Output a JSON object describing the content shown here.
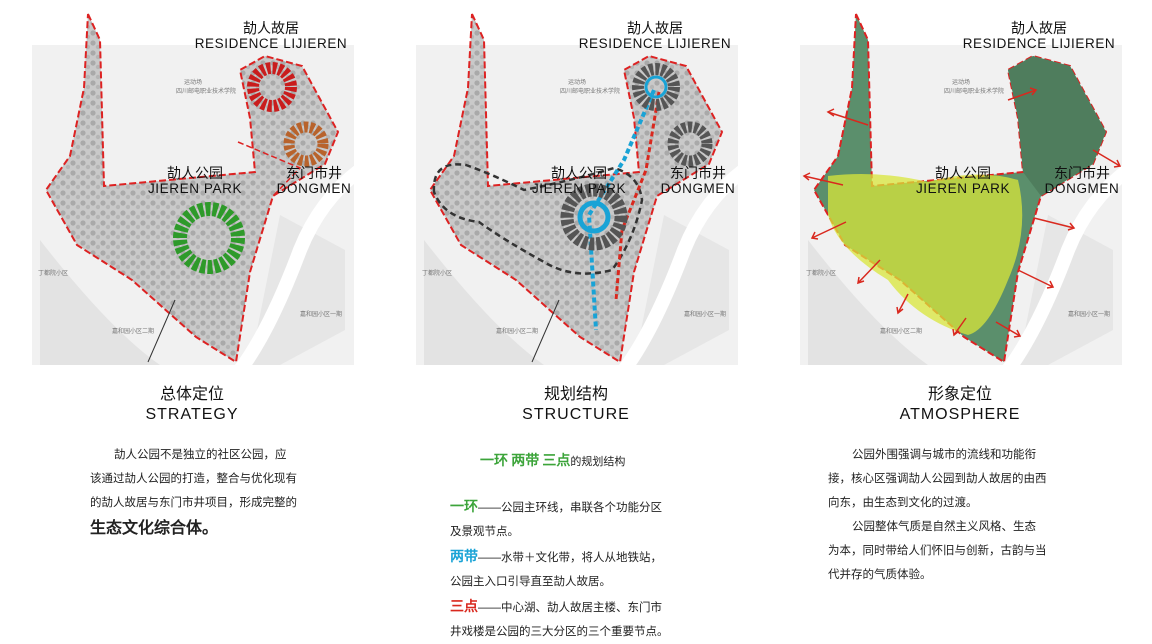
{
  "panels": [
    {
      "residence": {
        "cn": "劼人故居",
        "en": "RESIDENCE LIJIEREN"
      },
      "park": {
        "cn": "劼人公园",
        "en": "JIEREN PARK"
      },
      "dongmen": {
        "cn": "东门市井",
        "en": "DONGMEN"
      },
      "map_labels": {
        "top": "运动场",
        "school": "四川邮电职业技术学院",
        "west": "丁都院小区",
        "south": "嘉和园小区二期",
        "east": "嘉和园小区一期"
      },
      "title": {
        "cn": "总体定位",
        "en": "STRATEGY"
      },
      "body": [
        "劼人公园不是独立的社区公园，应",
        "该通过劼人公园的打造，整合与优化现有",
        "的劼人故居与东门市井项目，形成完整的"
      ],
      "emphasis": "生态文化综合体。"
    },
    {
      "residence": {
        "cn": "劼人故居",
        "en": "RESIDENCE LIJIEREN"
      },
      "park": {
        "cn": "劼人公园",
        "en": "JIEREN PARK"
      },
      "dongmen": {
        "cn": "东门市井",
        "en": "DONGMEN"
      },
      "map_labels": {
        "top": "运动场",
        "school": "四川邮电职业技术学院",
        "west": "丁都院小区",
        "south": "嘉和园小区二期",
        "east": "嘉和园小区一期"
      },
      "title": {
        "cn": "规划结构",
        "en": "STRUCTURE"
      },
      "heading": {
        "a": "一环",
        "b": "两带",
        "c": "三点",
        "suffix": "的规划结构"
      },
      "items": [
        {
          "key": "一环",
          "line1": "——公园主环线，串联各个功能分区",
          "line2": "及景观节点。"
        },
        {
          "key": "两带",
          "line1": "——水带＋文化带，将人从地铁站，",
          "line2": "公园主入口引导直至劼人故居。"
        },
        {
          "key": "三点",
          "line1": "——中心湖、劼人故居主楼、东门市",
          "line2": "井戏楼是公园的三大分区的三个重要节点。"
        }
      ]
    },
    {
      "residence": {
        "cn": "劼人故居",
        "en": "RESIDENCE LIJIEREN"
      },
      "park": {
        "cn": "劼人公园",
        "en": "JIEREN PARK"
      },
      "dongmen": {
        "cn": "东门市井",
        "en": "DONGMEN"
      },
      "map_labels": {
        "top": "运动场",
        "school": "四川邮电职业技术学院",
        "west": "丁都院小区",
        "south": "嘉和园小区二期",
        "east": "嘉和园小区一期"
      },
      "title": {
        "cn": "形象定位",
        "en": "ATMOSPHERE"
      },
      "body": [
        "公园外围强调与城市的流线和功能衔",
        "接，核心区强调劼人公园到劼人故居的由西",
        "向东，由生态到文化的过渡。",
        "公园整体气质是自然主义风格、生态",
        "为本，同时带给人们怀旧与创新，古韵与当",
        "代并存的气质体验。"
      ]
    }
  ]
}
